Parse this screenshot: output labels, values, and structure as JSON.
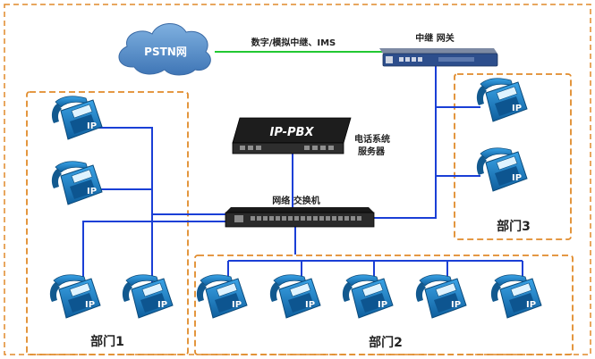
{
  "cloud": {
    "label": "PSTN网"
  },
  "trunk": {
    "label": "数字/模拟中继、IMS"
  },
  "gateway": {
    "label": "中继 网关"
  },
  "pbx": {
    "device_label": "IP-PBX",
    "caption_line1": "电话系统",
    "caption_line2": "服务器"
  },
  "switch": {
    "label": "网络 交换机"
  },
  "phone": {
    "label": "IP"
  },
  "departments": [
    {
      "label": "部门1"
    },
    {
      "label": "部门2"
    },
    {
      "label": "部门3"
    }
  ],
  "colors": {
    "link": "#1a3fd6",
    "trunk_link": "#22c832",
    "dash_border": "#e08a2a",
    "phone_blue": "#1b7fc4",
    "cloud": "#5a8ec5"
  }
}
